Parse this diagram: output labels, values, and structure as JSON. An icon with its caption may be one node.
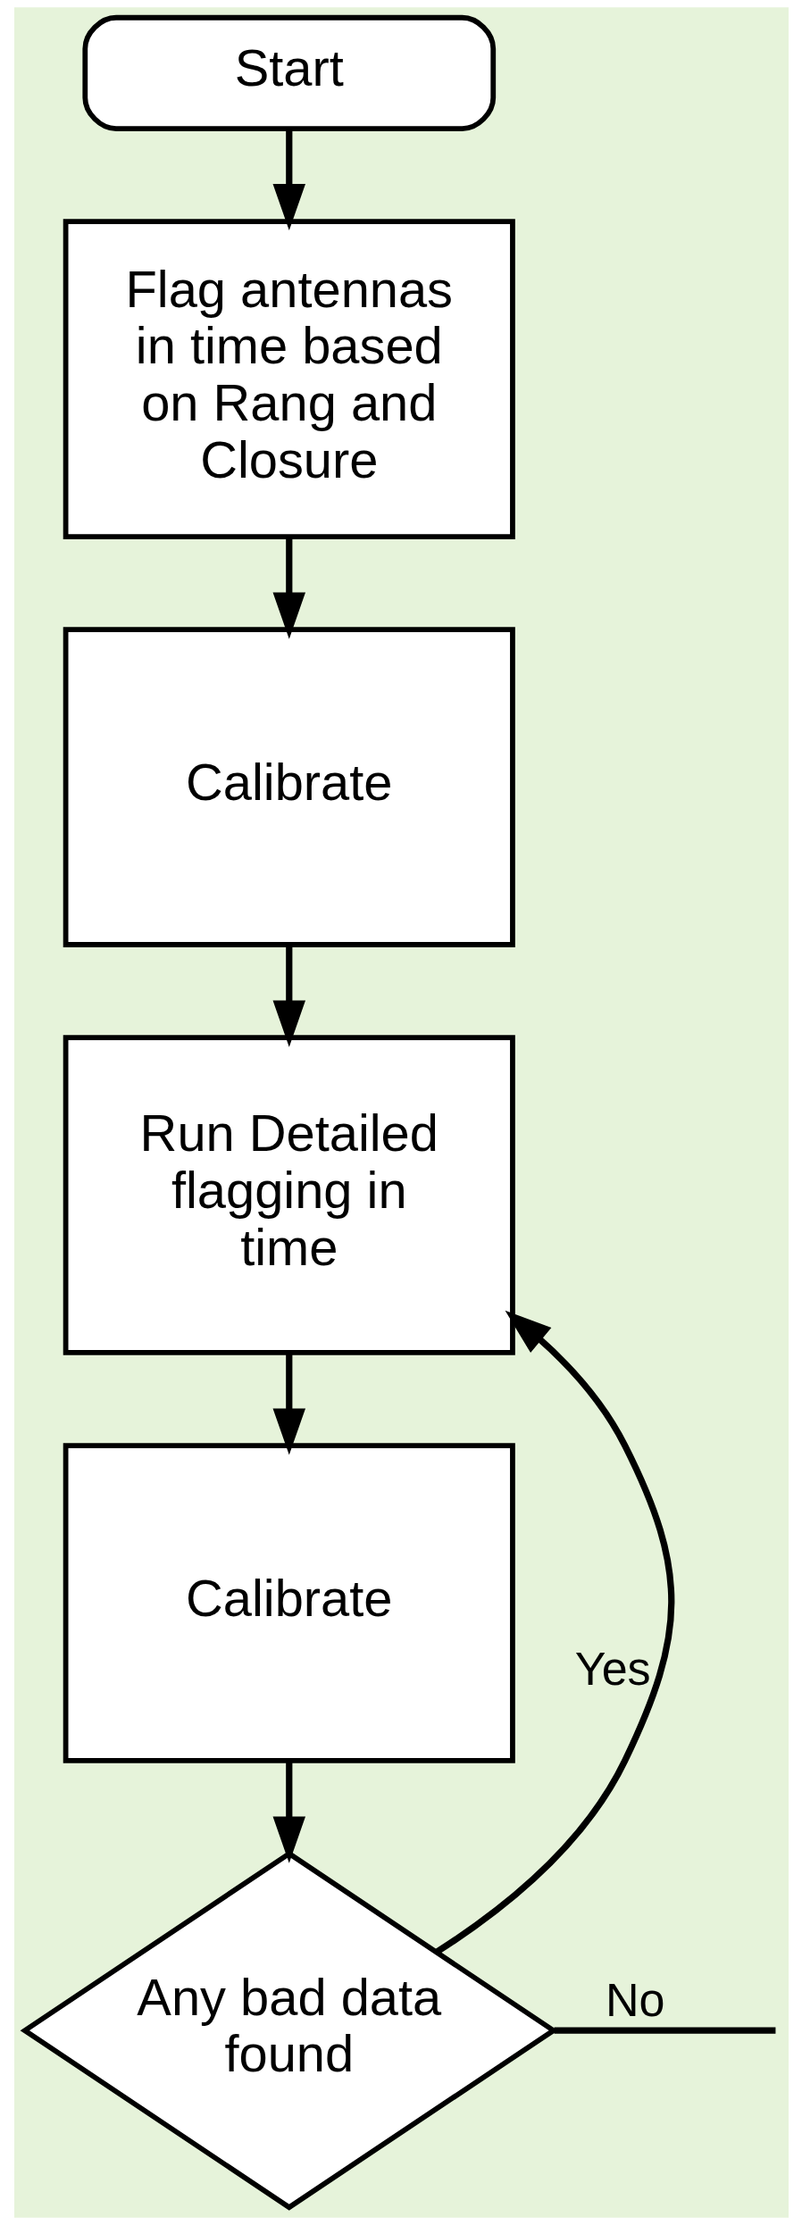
{
  "diagram": {
    "nodes": [
      {
        "text": [
          "Start"
        ]
      },
      {
        "text": [
          "Flag antennas in time based on Rang and Closure"
        ]
      },
      {
        "text": [
          "Calibrate"
        ]
      },
      {
        "text": [
          "Run Detailed flagging in time"
        ]
      },
      {
        "text": [
          "Calibrate"
        ]
      },
      {
        "text": [
          "Any bad data found"
        ]
      }
    ],
    "edges": [
      {
        "from": 0,
        "to": 1,
        "arrow": "to"
      },
      {
        "from": 1,
        "to": 2,
        "arrow": "to"
      },
      {
        "from": 2,
        "to": 3,
        "arrow": "to"
      },
      {
        "from": 3,
        "to": 4,
        "arrow": "to"
      },
      {
        "from": 4,
        "to": 5,
        "arrow": "to"
      },
      {
        "from": 5,
        "to": 3,
        "arrow": "to",
        "label": "Yes"
      },
      {
        "from": 5,
        "to": null,
        "arrow": "none",
        "label": "No"
      }
    ]
  }
}
